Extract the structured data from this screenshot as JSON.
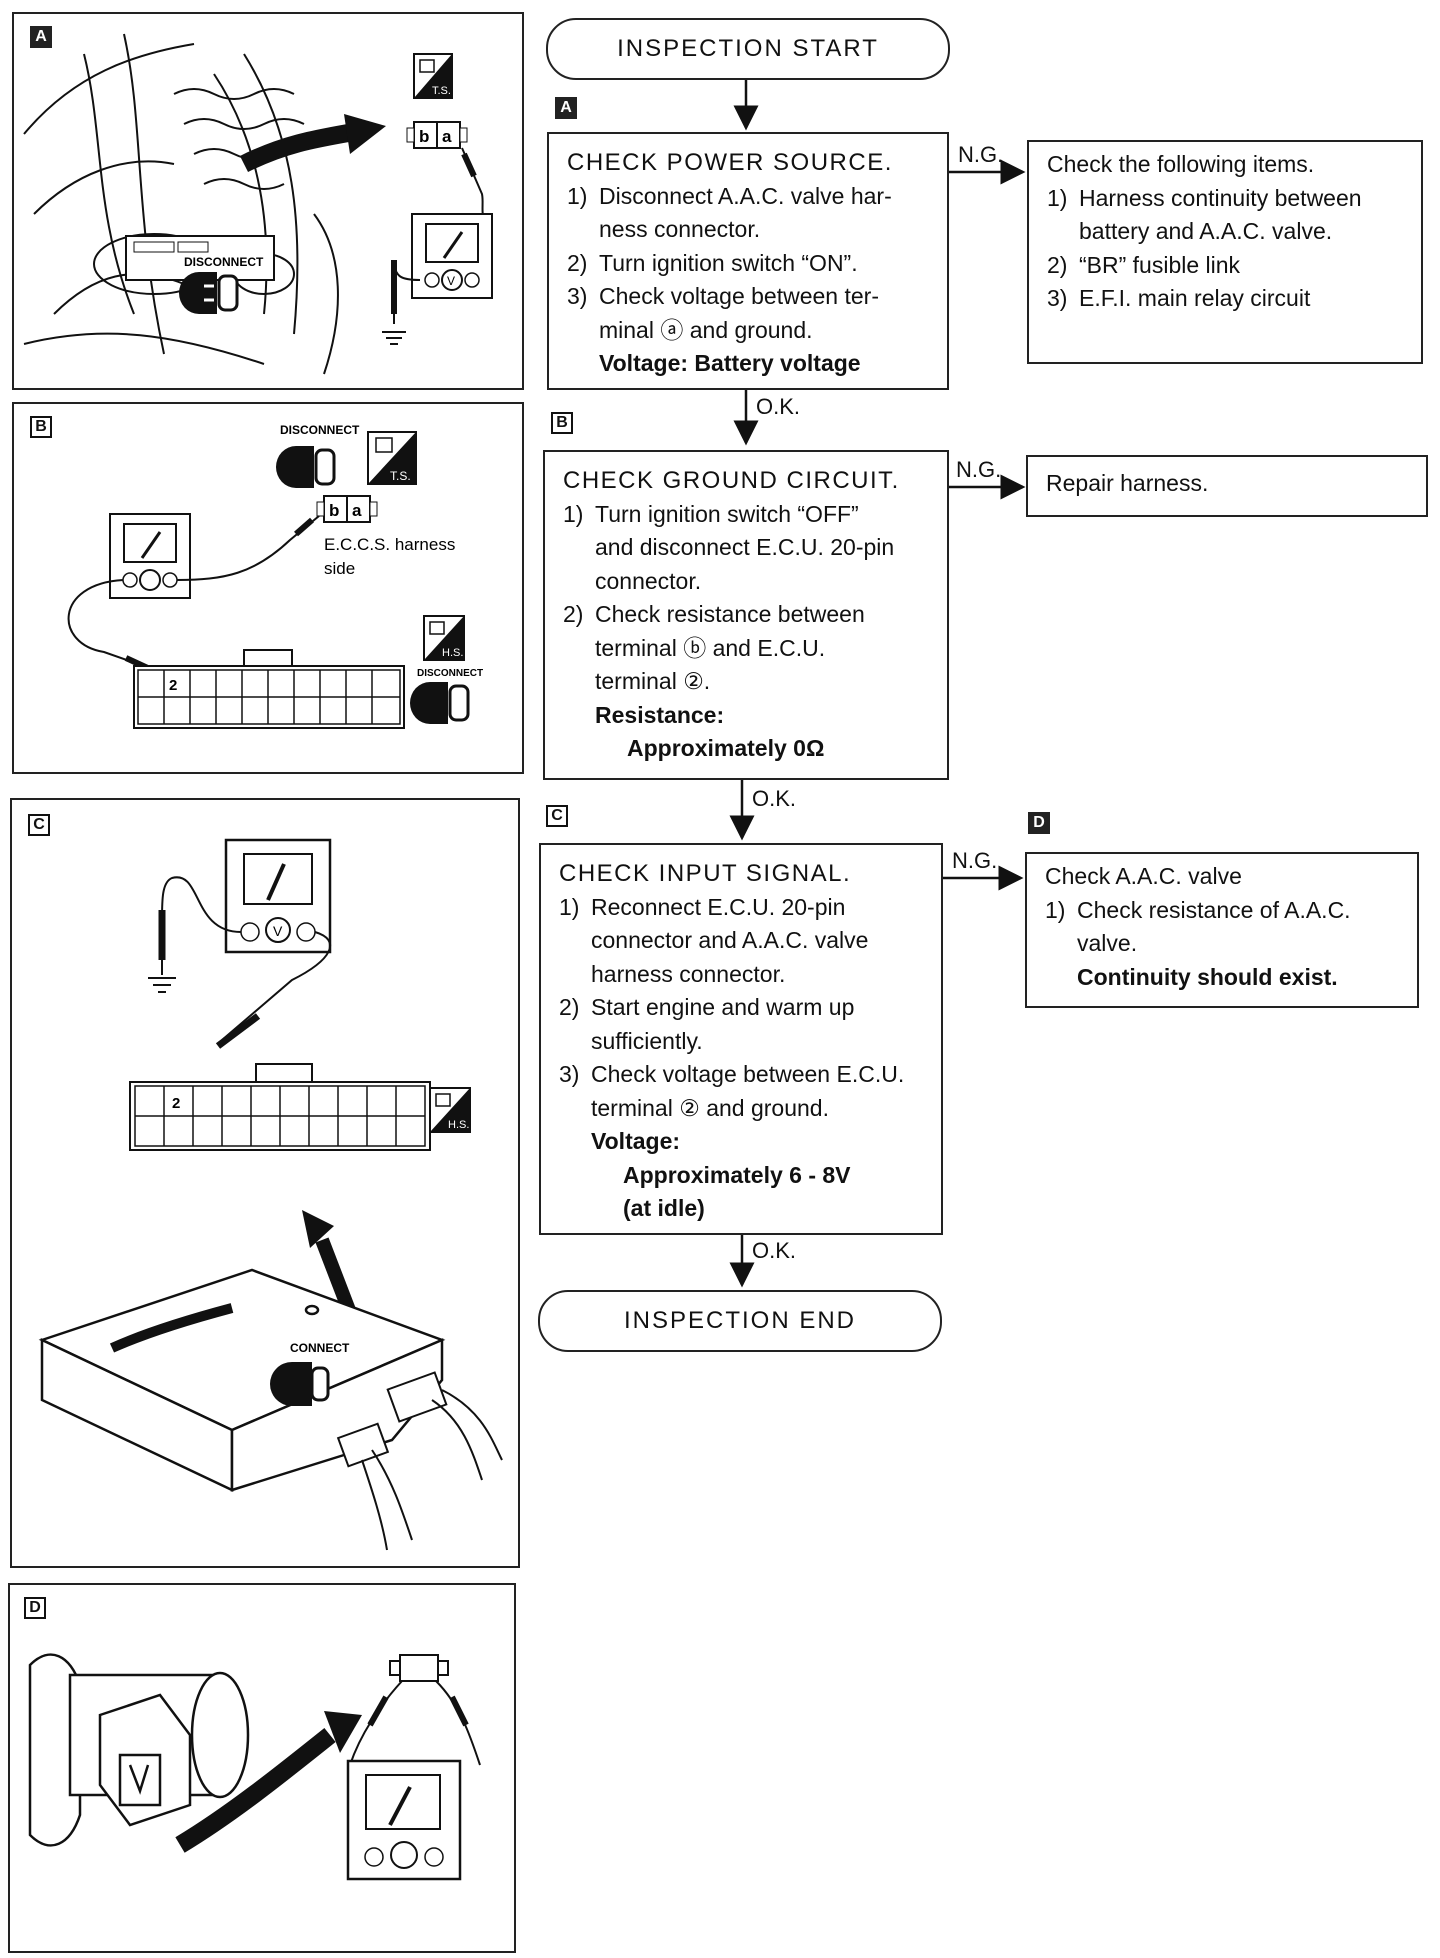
{
  "start_label": "INSPECTION START",
  "end_label": "INSPECTION END",
  "ok_label": "O.K.",
  "ng_label": "N.G.",
  "tags": {
    "a": "A",
    "b": "B",
    "c": "C",
    "d": "D"
  },
  "panels": {
    "a": {
      "disconnect": "DISCONNECT",
      "ts": "T.S.",
      "pin_b": "b",
      "pin_a": "a",
      "meter": "V"
    },
    "b": {
      "disconnect_top": "DISCONNECT",
      "ts": "T.S.",
      "harness_side_1": "E.C.C.S. harness",
      "harness_side_2": "side",
      "pin_b": "b",
      "pin_a": "a",
      "pin_2": "2",
      "hs": "H.S.",
      "disconnect_bottom": "DISCONNECT"
    },
    "c": {
      "pin_2": "2",
      "hs": "H.S.",
      "connect": "CONNECT",
      "meter": "V"
    }
  },
  "step_a": {
    "title": "CHECK POWER SOURCE.",
    "items": [
      {
        "num": "1)",
        "lines": [
          "Disconnect A.A.C. valve har-",
          "ness connector."
        ]
      },
      {
        "num": "2)",
        "lines": [
          "Turn ignition switch “ON”."
        ]
      },
      {
        "num": "3)",
        "lines": [
          "Check voltage between ter-",
          "minal ⓐ and ground."
        ]
      }
    ],
    "voltage": "Voltage:  Battery voltage"
  },
  "ng_a": {
    "title": "Check the following items.",
    "items": [
      {
        "num": "1)",
        "lines": [
          "Harness continuity between",
          "battery and A.A.C. valve."
        ]
      },
      {
        "num": "2)",
        "lines": [
          "“BR” fusible link"
        ]
      },
      {
        "num": "3)",
        "lines": [
          "E.F.I. main relay circuit"
        ]
      }
    ]
  },
  "step_b": {
    "title": "CHECK GROUND CIRCUIT.",
    "items": [
      {
        "num": "1)",
        "lines": [
          "Turn ignition switch “OFF”",
          "and disconnect E.C.U. 20-pin",
          "connector."
        ]
      },
      {
        "num": "2)",
        "lines": [
          "Check resistance between",
          "terminal ⓑ and E.C.U.",
          "terminal ②."
        ]
      }
    ],
    "spec_label": "Resistance:",
    "spec_value": "Approximately 0Ω"
  },
  "ng_b": {
    "text": "Repair harness."
  },
  "step_c": {
    "title": "CHECK INPUT SIGNAL.",
    "items": [
      {
        "num": "1)",
        "lines": [
          "Reconnect E.C.U. 20-pin",
          "connector and A.A.C. valve",
          "harness connector."
        ]
      },
      {
        "num": "2)",
        "lines": [
          "Start engine and warm up",
          "sufficiently."
        ]
      },
      {
        "num": "3)",
        "lines": [
          "Check voltage between E.C.U.",
          "terminal ② and ground."
        ]
      }
    ],
    "spec_label": "Voltage:",
    "spec_value_1": "Approximately 6 - 8V",
    "spec_value_2": "(at idle)"
  },
  "ng_c": {
    "title": "Check A.A.C. valve",
    "items": [
      {
        "num": "1)",
        "lines": [
          "Check resistance of A.A.C.",
          "valve."
        ]
      }
    ],
    "note": "Continuity should exist."
  }
}
